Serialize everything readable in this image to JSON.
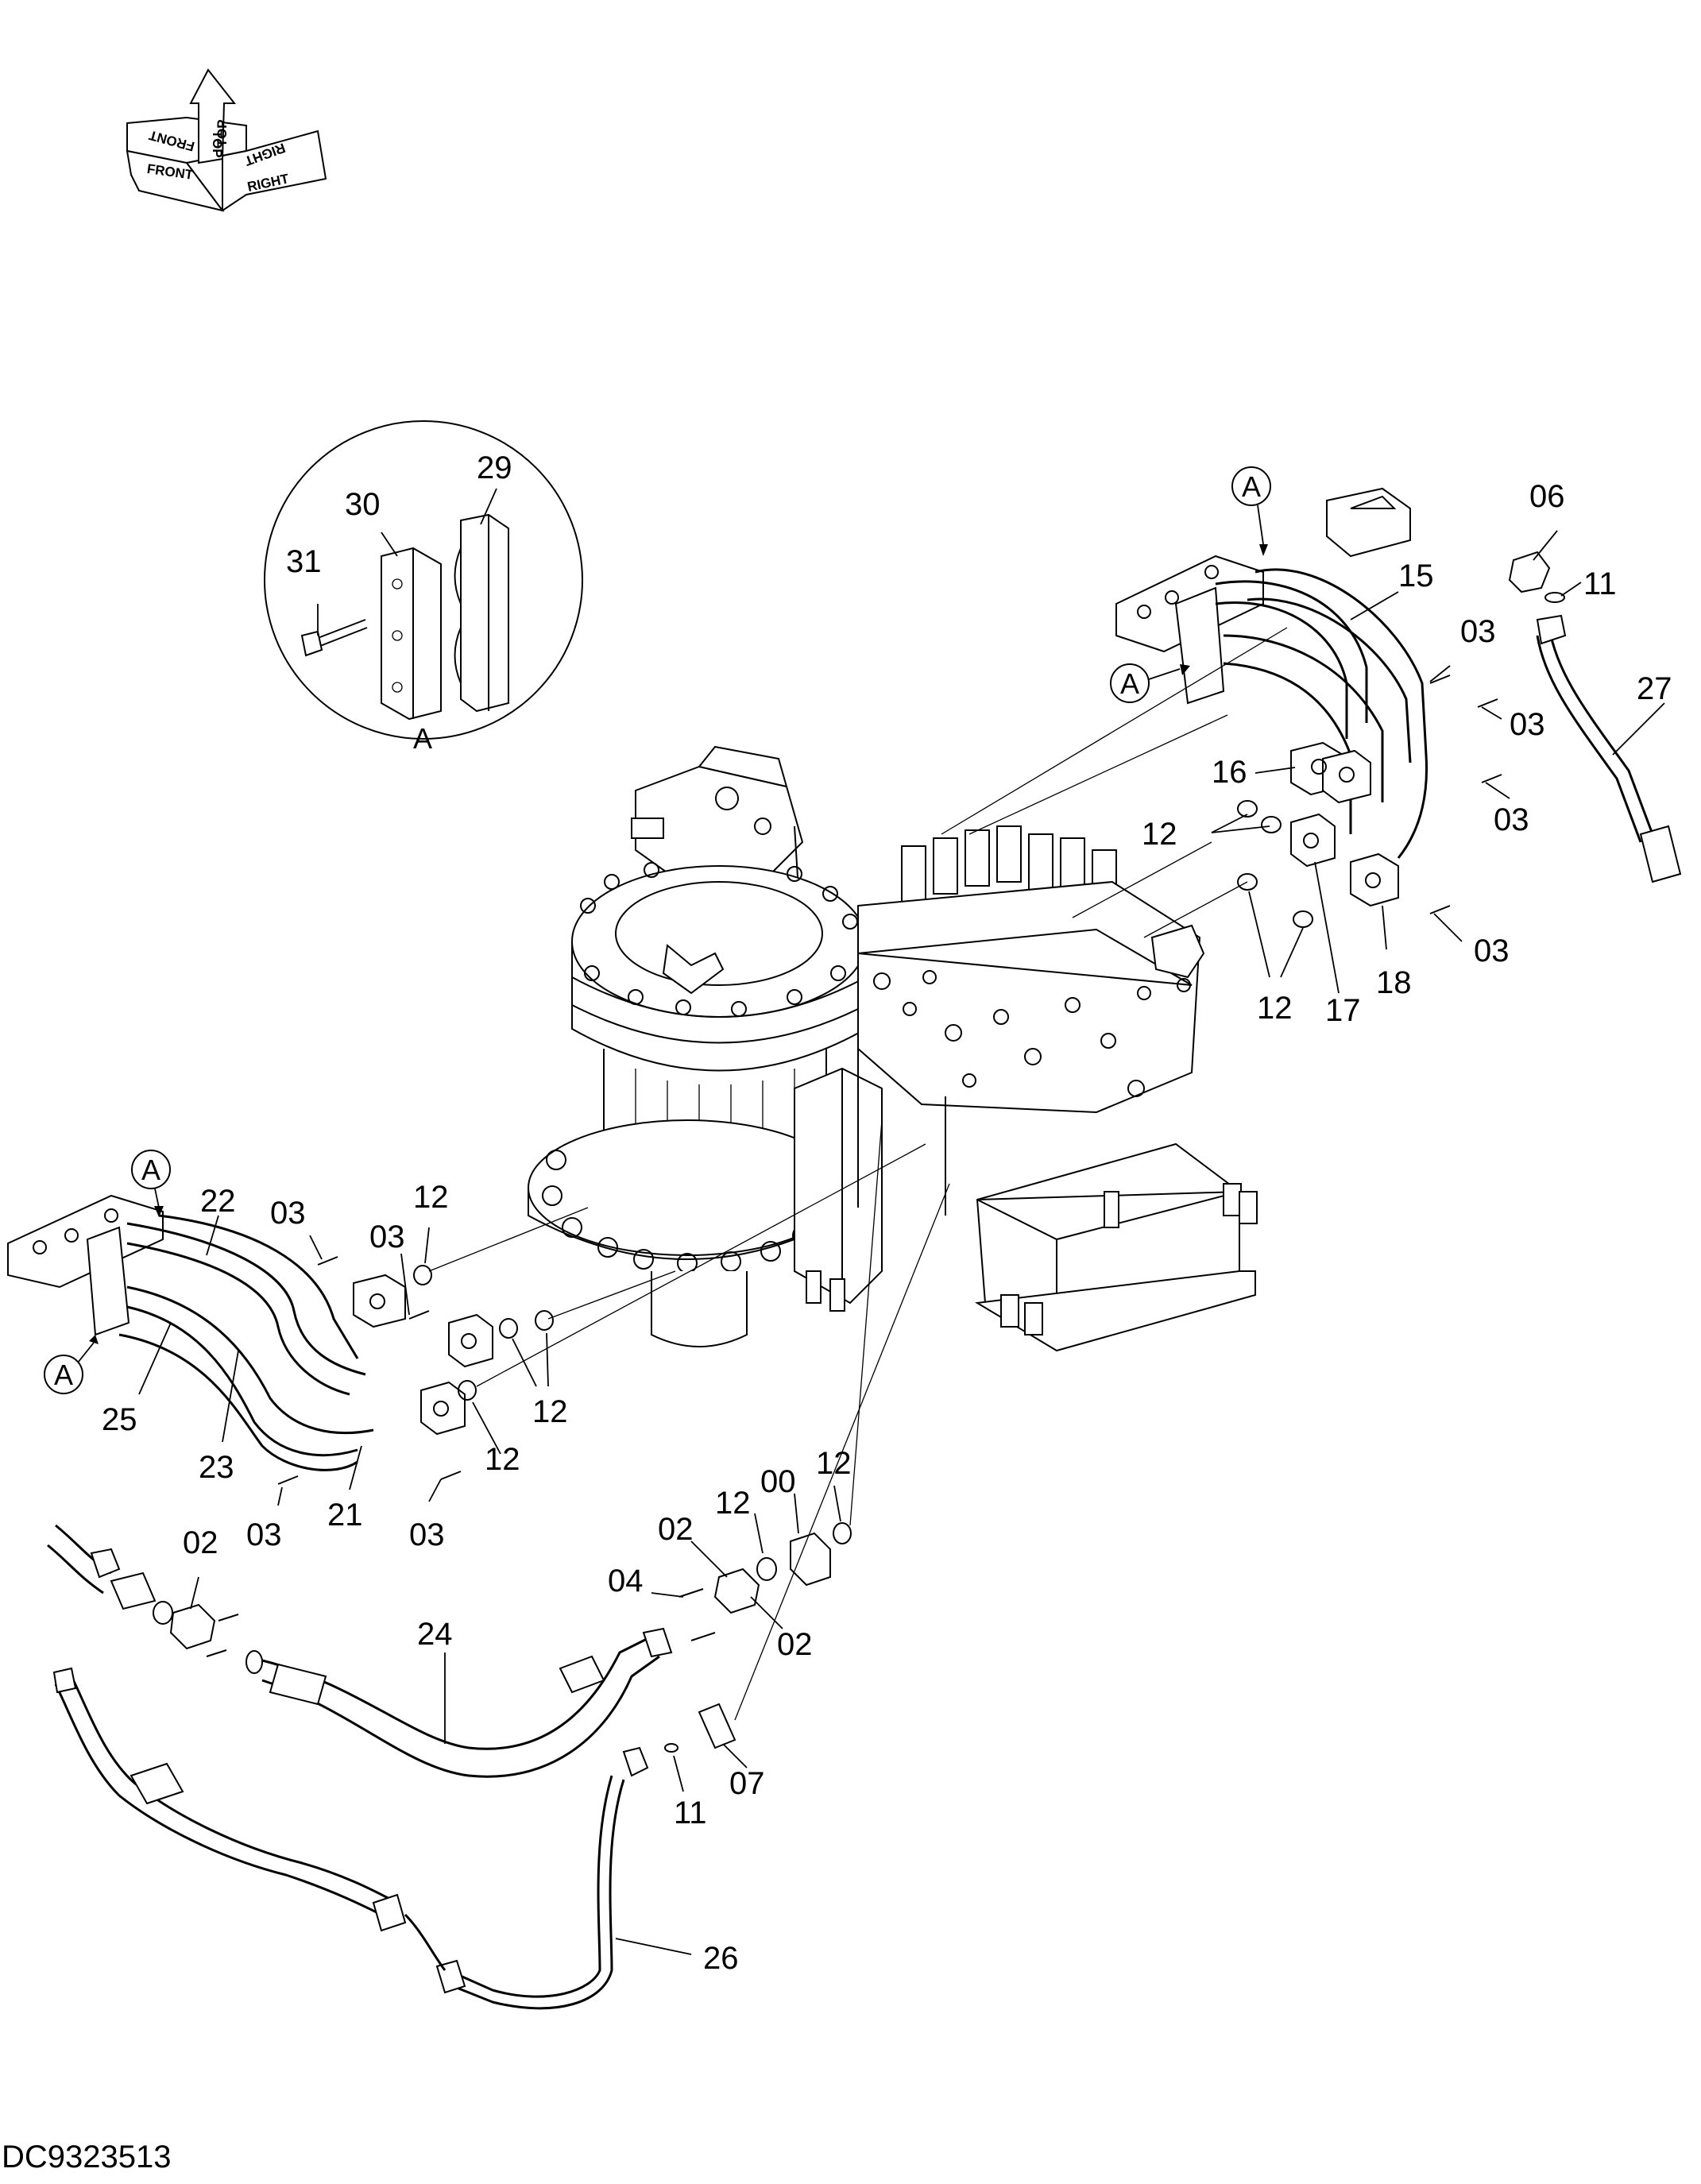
{
  "orientation_indicator": {
    "front": "FRONT",
    "front_mirror": "FRONT",
    "top": "TOP",
    "top_mirror": "TOP",
    "right": "RIGHT",
    "right_mirror": "RIGHT"
  },
  "detail_view": {
    "label": "A",
    "callouts": [
      "31",
      "30",
      "29"
    ]
  },
  "view_markers": {
    "upper_a_top": "A",
    "upper_a_left": "A",
    "left_a_top": "A",
    "left_a_bottom": "A"
  },
  "callouts": {
    "c06": "06",
    "c11_top": "11",
    "c15": "15",
    "c27": "27",
    "c03_a": "03",
    "c03_b": "03",
    "c03_c": "03",
    "c03_d": "03",
    "c16": "16",
    "c12_a": "12",
    "c12_b": "12",
    "c17": "17",
    "c18": "18",
    "c22": "22",
    "c03_e": "03",
    "c03_f": "03",
    "c12_c": "12",
    "c12_d": "12",
    "c12_e": "12",
    "c25": "25",
    "c23": "23",
    "c21": "21",
    "c03_g": "03",
    "c03_h": "03",
    "c02_a": "02",
    "c24": "24",
    "c04": "04",
    "c02_b": "02",
    "c12_f": "12",
    "c00": "00",
    "c12_g": "12",
    "c02_c": "02",
    "c07": "07",
    "c11_bottom": "11",
    "c26": "26"
  },
  "drawing_id": "DC9323513"
}
